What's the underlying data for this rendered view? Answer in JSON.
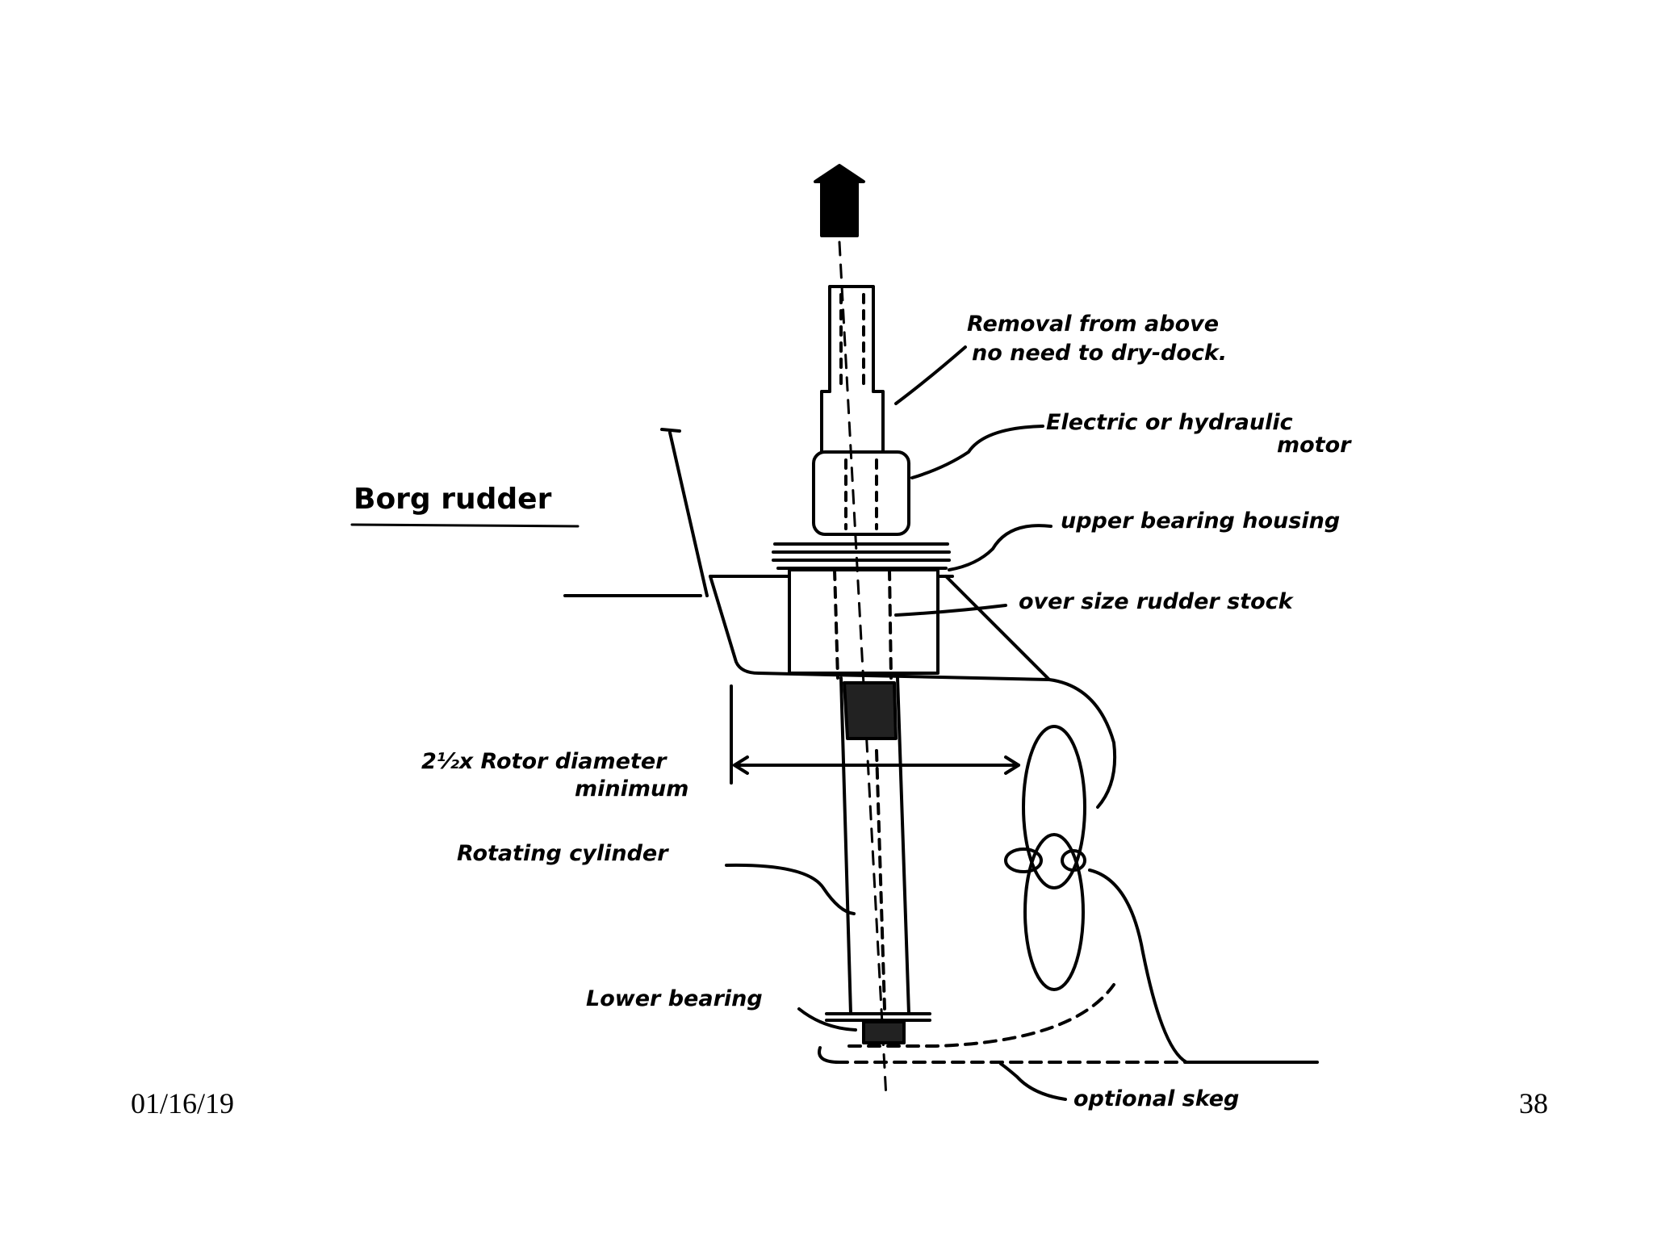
{
  "slide": {
    "date": "01/16/19",
    "page_number": "38"
  },
  "diagram": {
    "title": "Borg rudder",
    "labels": {
      "removal_line1": "Removal from above",
      "removal_line2": "no need to dry-dock.",
      "motor_line1": "Electric or hydraulic",
      "motor_line2": "motor",
      "upper_bearing": "upper bearing housing",
      "oversize_stock": "over size rudder stock",
      "rotor_line1": "2½x Rotor diameter",
      "rotor_line2": "minimum",
      "rotating_cylinder": "Rotating cylinder",
      "lower_bearing": "Lower bearing",
      "optional_skeg": "optional skeg"
    }
  }
}
